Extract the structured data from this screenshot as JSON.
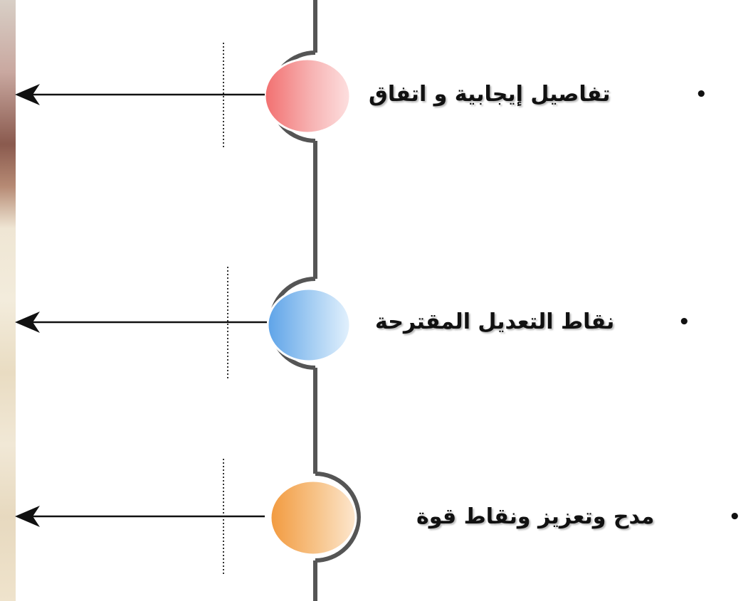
{
  "items": [
    {
      "label": "تفاصيل إيجابية و اتفاق",
      "color": "#f08a8a",
      "highlight": "#fde0e0",
      "icon": "pink-circle-icon"
    },
    {
      "label": "نقاط التعديل المقترحة",
      "color": "#7fb6ec",
      "highlight": "#e3f1fd",
      "icon": "blue-circle-icon"
    },
    {
      "label": "مدح وتعزيز ونقاط قوة",
      "color": "#f4a65a",
      "highlight": "#fde7cf",
      "icon": "orange-circle-icon"
    }
  ],
  "bullet_char": "•",
  "spine_color": "#555555",
  "arrow_color": "#111111",
  "arrow_icon": "arrow-left-icon"
}
